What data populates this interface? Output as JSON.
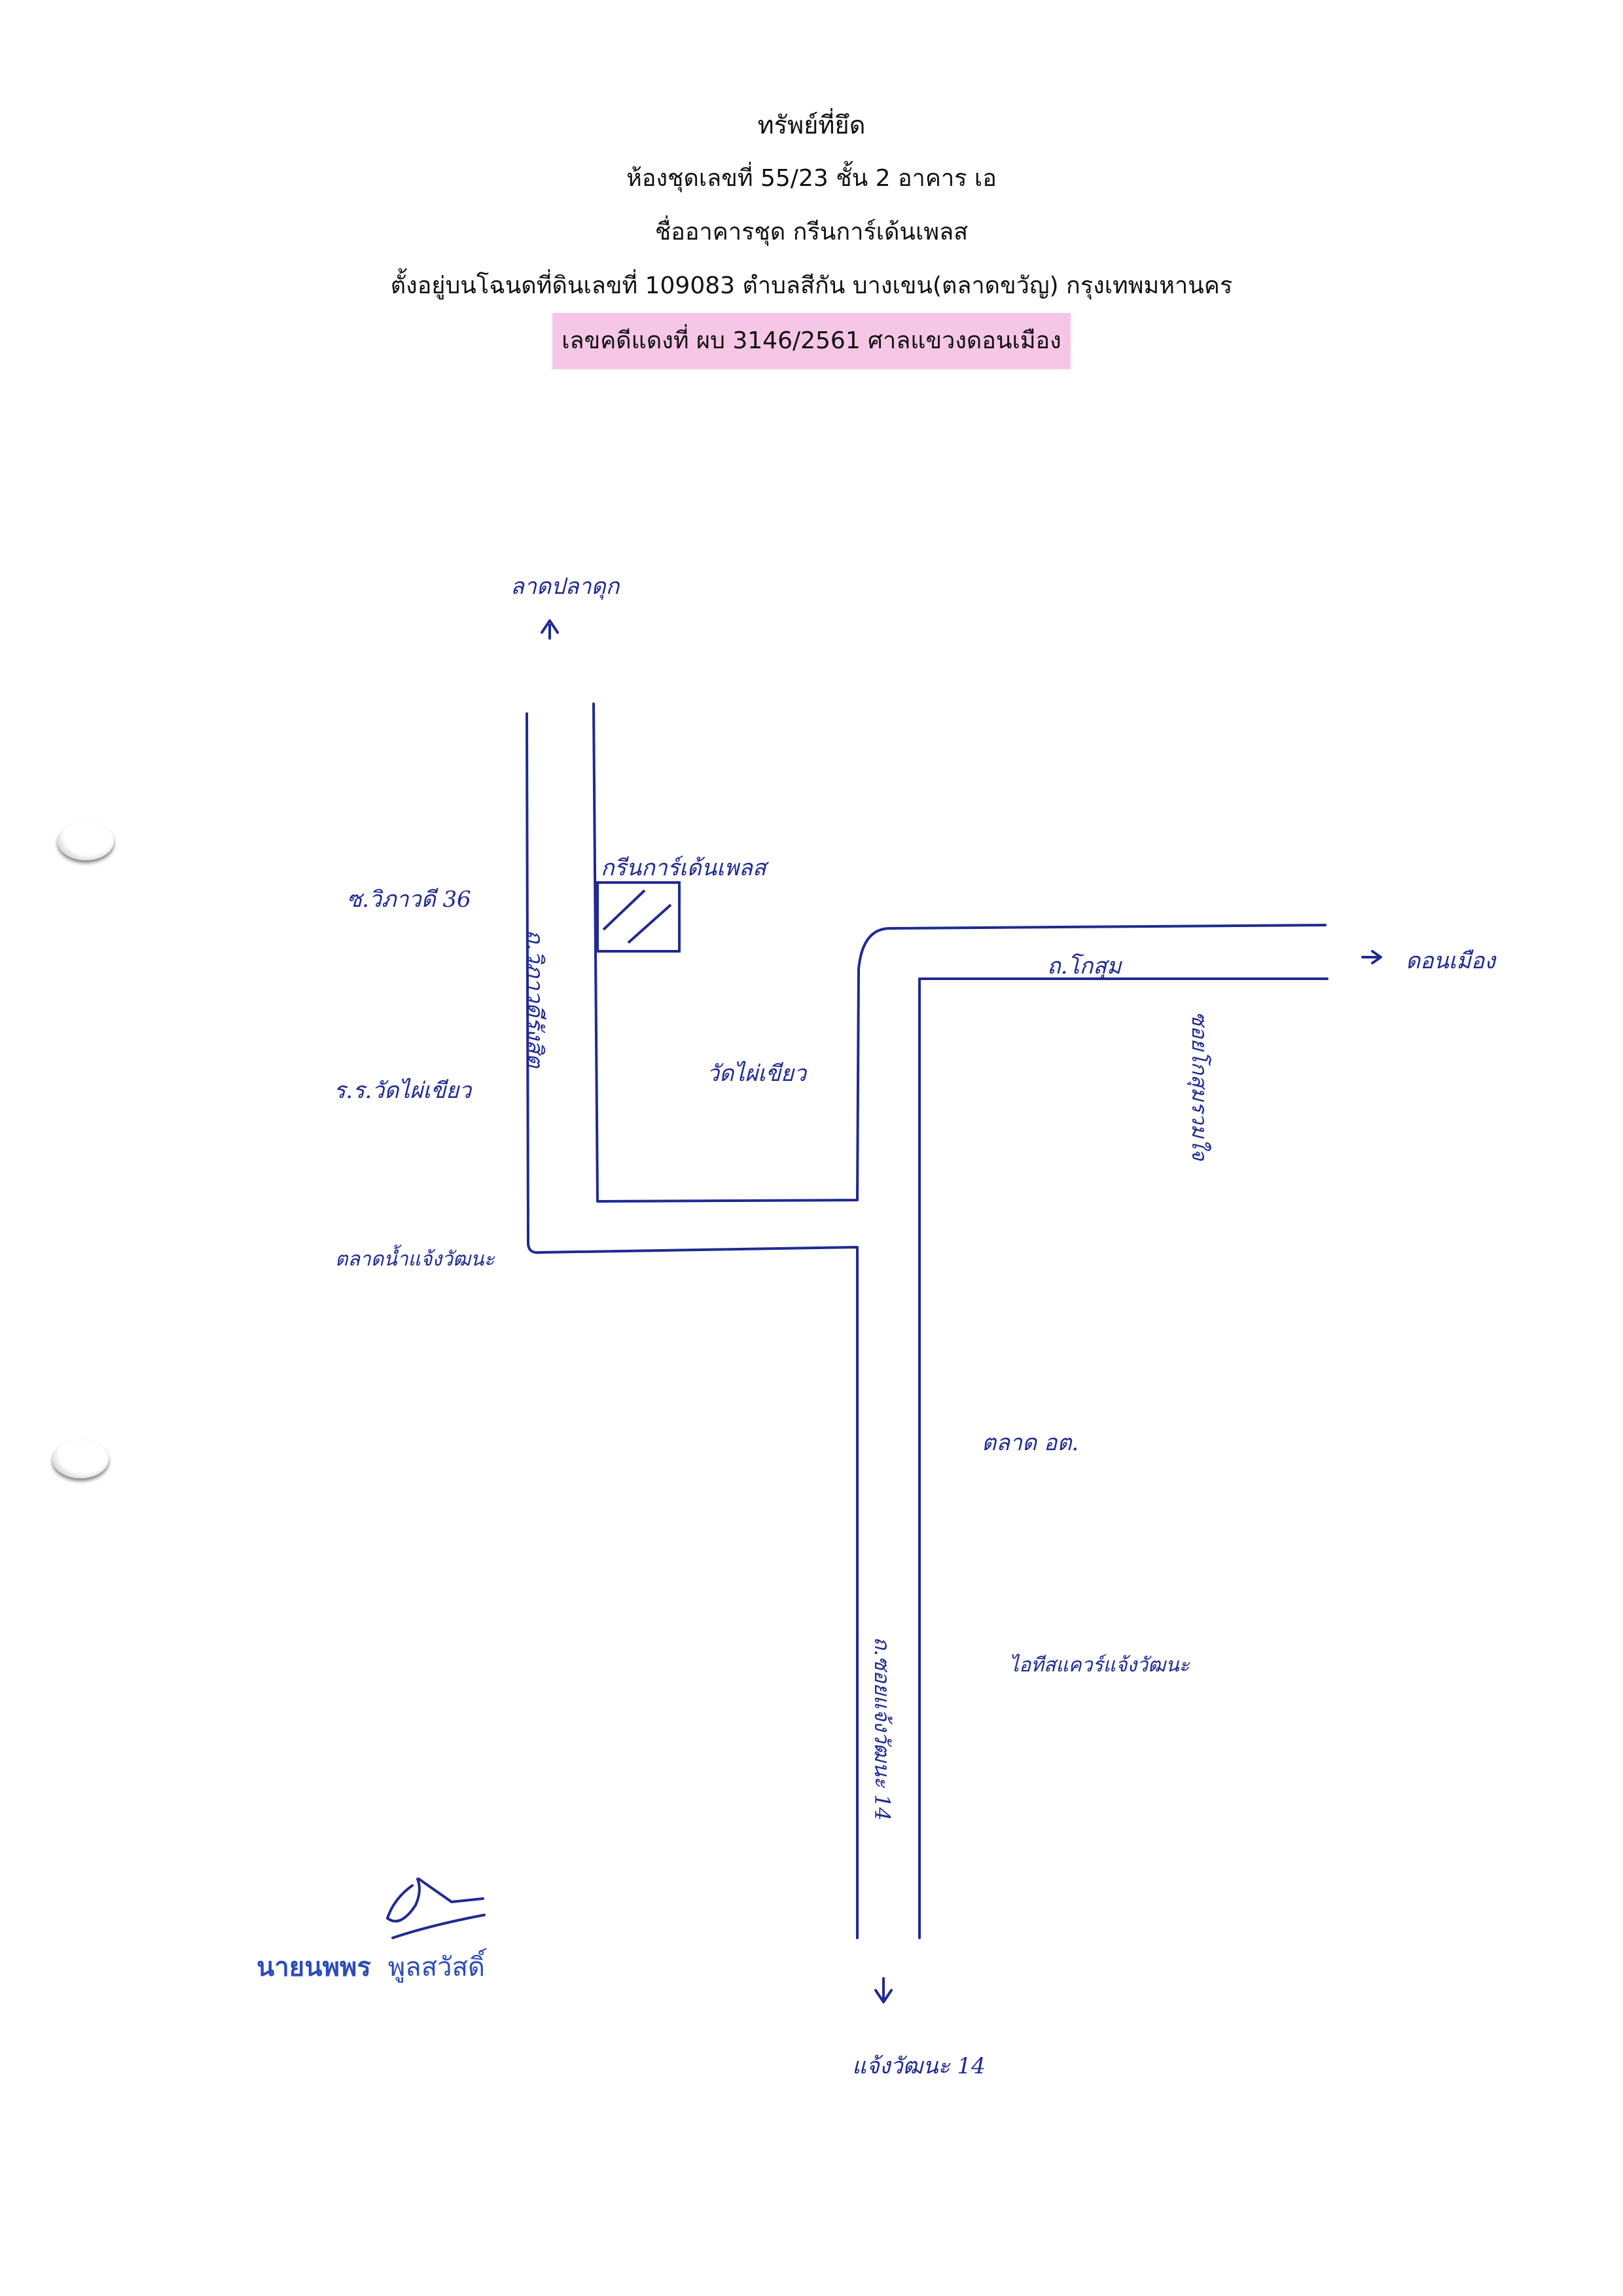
{
  "header": {
    "title": "ทรัพย์ที่ยึด",
    "unit": "ห้องชุดเลขที่ 55/23 ชั้น 2 อาคาร เอ",
    "building": "ชื่ออาคารชุด กรีนการ์เด้นเพลส",
    "location": "ตั้งอยู่บนโฉนดที่ดินเลขที่ 109083 ตำบลสีกัน  บางเขน(ตลาดขวัญ) กรุงเทพมหานคร",
    "case": "เลขคดีแดงที่ ผบ 3146/2561   ศาลแขวงดอนเมือง"
  },
  "map": {
    "north_dest": "ลาดปลาดุก",
    "east_dest": "ดอนเมือง",
    "south_dest": "แจ้งวัฒนะ 14",
    "soi_label": "ซ.วิภาวดี 36",
    "school_label": "ร.ร.วัดไผ่เขียว",
    "junction_label": "ตลาดน้ำแจ้งวัฒนะ",
    "main_road_vertical": "ถ.วิภาวดีรังสิต",
    "building_label": "กรีนการ์เด้นเพลส",
    "temple_label": "วัดไผ่เขียว",
    "east_road_label": "ถ.โกสุม",
    "east_side_label": "ซอยโกสุมรวมใจ",
    "market_label": "ตลาด อต.",
    "south_side_label": "ไอทีสแควร์แจ้งวัฒนะ",
    "south_road_label": "ถ.ซอยแจ้งวัฒนะ 14"
  },
  "signature": {
    "first_name": "นายนพพร",
    "last_name": "พูลสวัสดิ์"
  },
  "colors": {
    "ink": "#1f2a93",
    "highlight": "#f6c6e6",
    "signer": "#2d4cb8"
  }
}
